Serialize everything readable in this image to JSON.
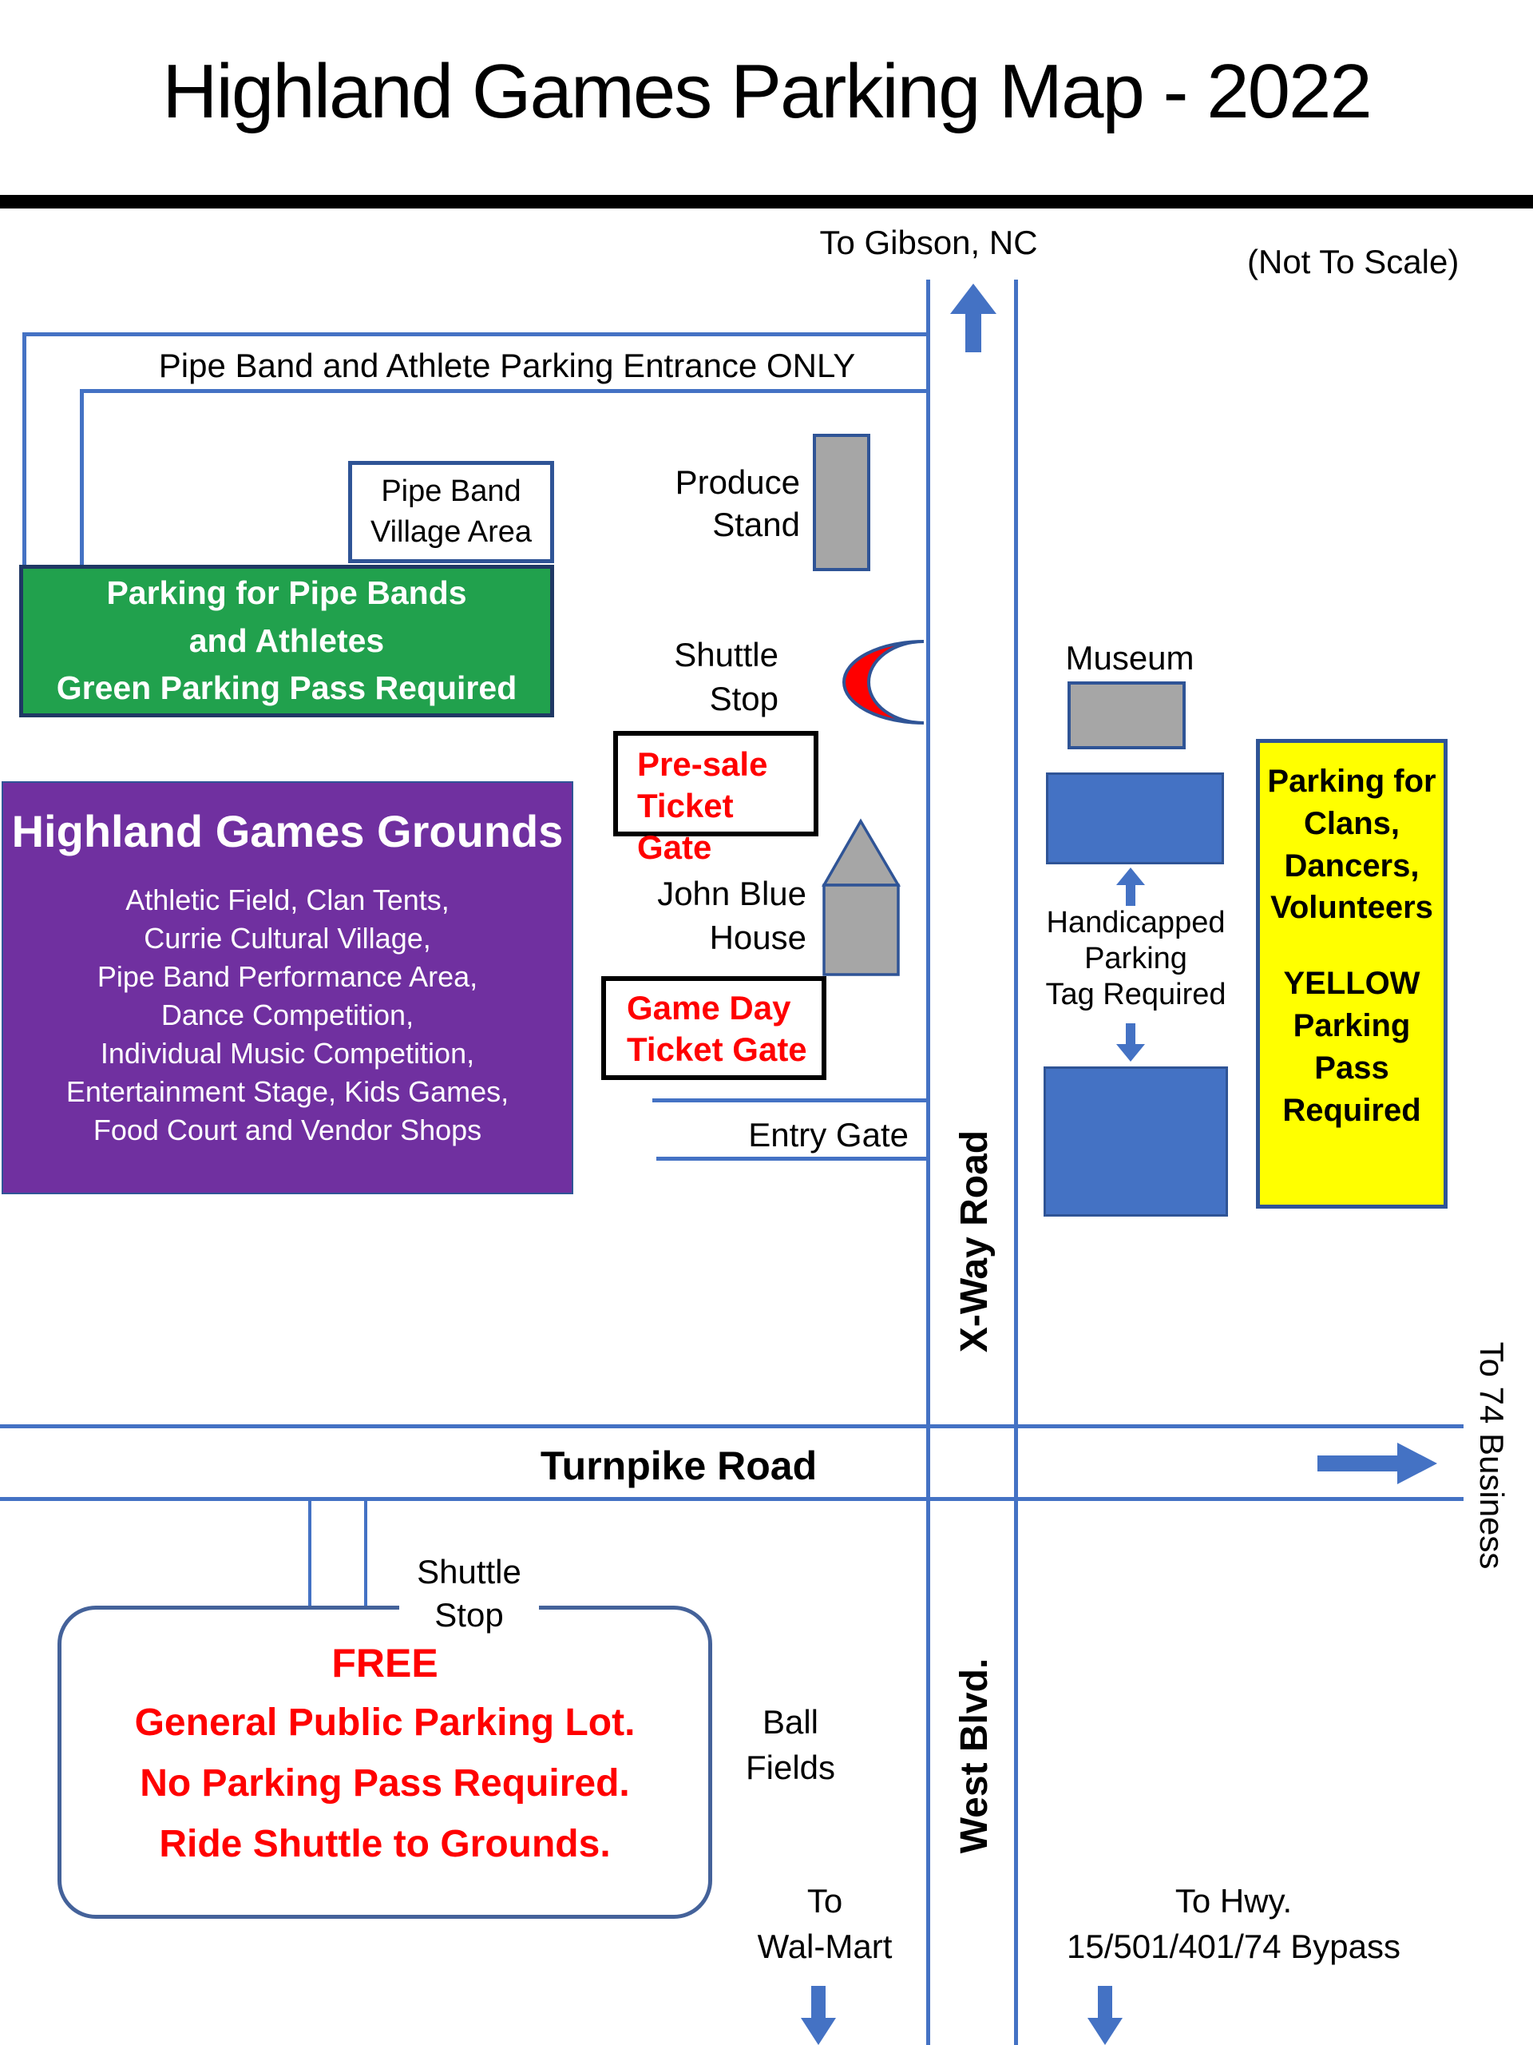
{
  "title": "Highland Games Parking Map - 2022",
  "note_not_to_scale": "(Not To Scale)",
  "colors": {
    "road_blue": "#4472C4",
    "border_blue": "#2F5496",
    "green_lot": "#21A14D",
    "purple_grounds": "#7030A0",
    "yellow_lot": "#FFFF00",
    "parking_blue": "#4472C4",
    "building_gray": "#A6A6A6",
    "alert_red": "#FF0000"
  },
  "roads": {
    "to_gibson": "To Gibson, NC",
    "x_way": "X-Way Road",
    "turnpike": "Turnpike Road",
    "west_blvd": "West Blvd.",
    "to_74_business": "To 74 Business",
    "to_walmart": "To\nWal-Mart",
    "to_hwy_bypass": "To Hwy.\n15/501/401/74 Bypass"
  },
  "labels": {
    "entrance": "Pipe Band and Athlete Parking Entrance ONLY",
    "pipe_band_village": "Pipe Band\nVillage Area",
    "produce_stand": "Produce\nStand",
    "shuttle_stop_top": "Shuttle\nStop",
    "museum": "Museum",
    "john_blue_house": "John Blue\nHouse",
    "entry_gate": "Entry Gate",
    "handicapped": "Handicapped\nParking\nTag Required",
    "shuttle_stop_bottom": "Shuttle\nStop",
    "ball_fields": "Ball\nFields"
  },
  "zones": {
    "green_lot": "Parking for Pipe Bands\nand Athletes\nGreen Parking Pass Required",
    "grounds_title": "Highland Games Grounds",
    "grounds_items": [
      "Athletic Field, Clan Tents,",
      "Currie Cultural Village,",
      "Pipe Band Performance Area,",
      "Dance Competition,",
      "Individual Music Competition,",
      "Entertainment Stage, Kids Games,",
      "Food Court and Vendor Shops"
    ],
    "presale_gate": "Pre-sale\nTicket Gate",
    "gameday_gate": "Game Day\nTicket Gate",
    "yellow_lot_top": "Parking for\nClans,\nDancers,\nVolunteers",
    "yellow_lot_bottom": "YELLOW\nParking Pass\nRequired",
    "free_lot_title": "FREE",
    "free_lot_body": "General Public Parking Lot.\nNo Parking Pass Required.\nRide Shuttle to Grounds."
  }
}
